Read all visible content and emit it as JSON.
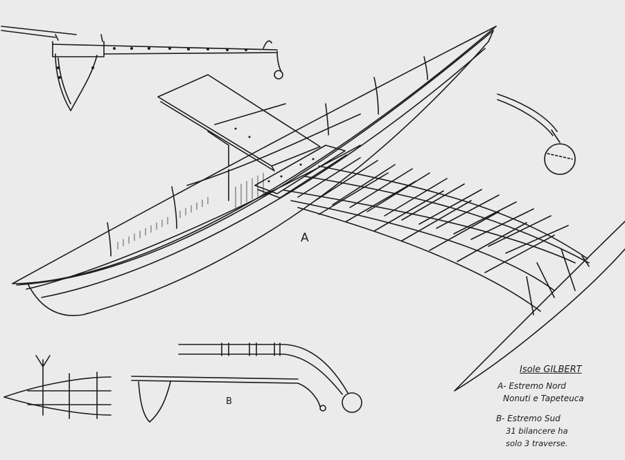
{
  "labels": {
    "a": "A",
    "b": "B"
  },
  "legend": {
    "title": "Isole GILBERT",
    "a_line1": "A- Estremo Nord",
    "a_line2": "Nonuti e Tapeteuca",
    "b_line1": "B- Estremo Sud",
    "b_line2": "31 bilancere ha",
    "b_line3": "solo 3 traverse."
  },
  "colors": {
    "ink": "#1a1a1a",
    "paper": "#ebebeb"
  }
}
